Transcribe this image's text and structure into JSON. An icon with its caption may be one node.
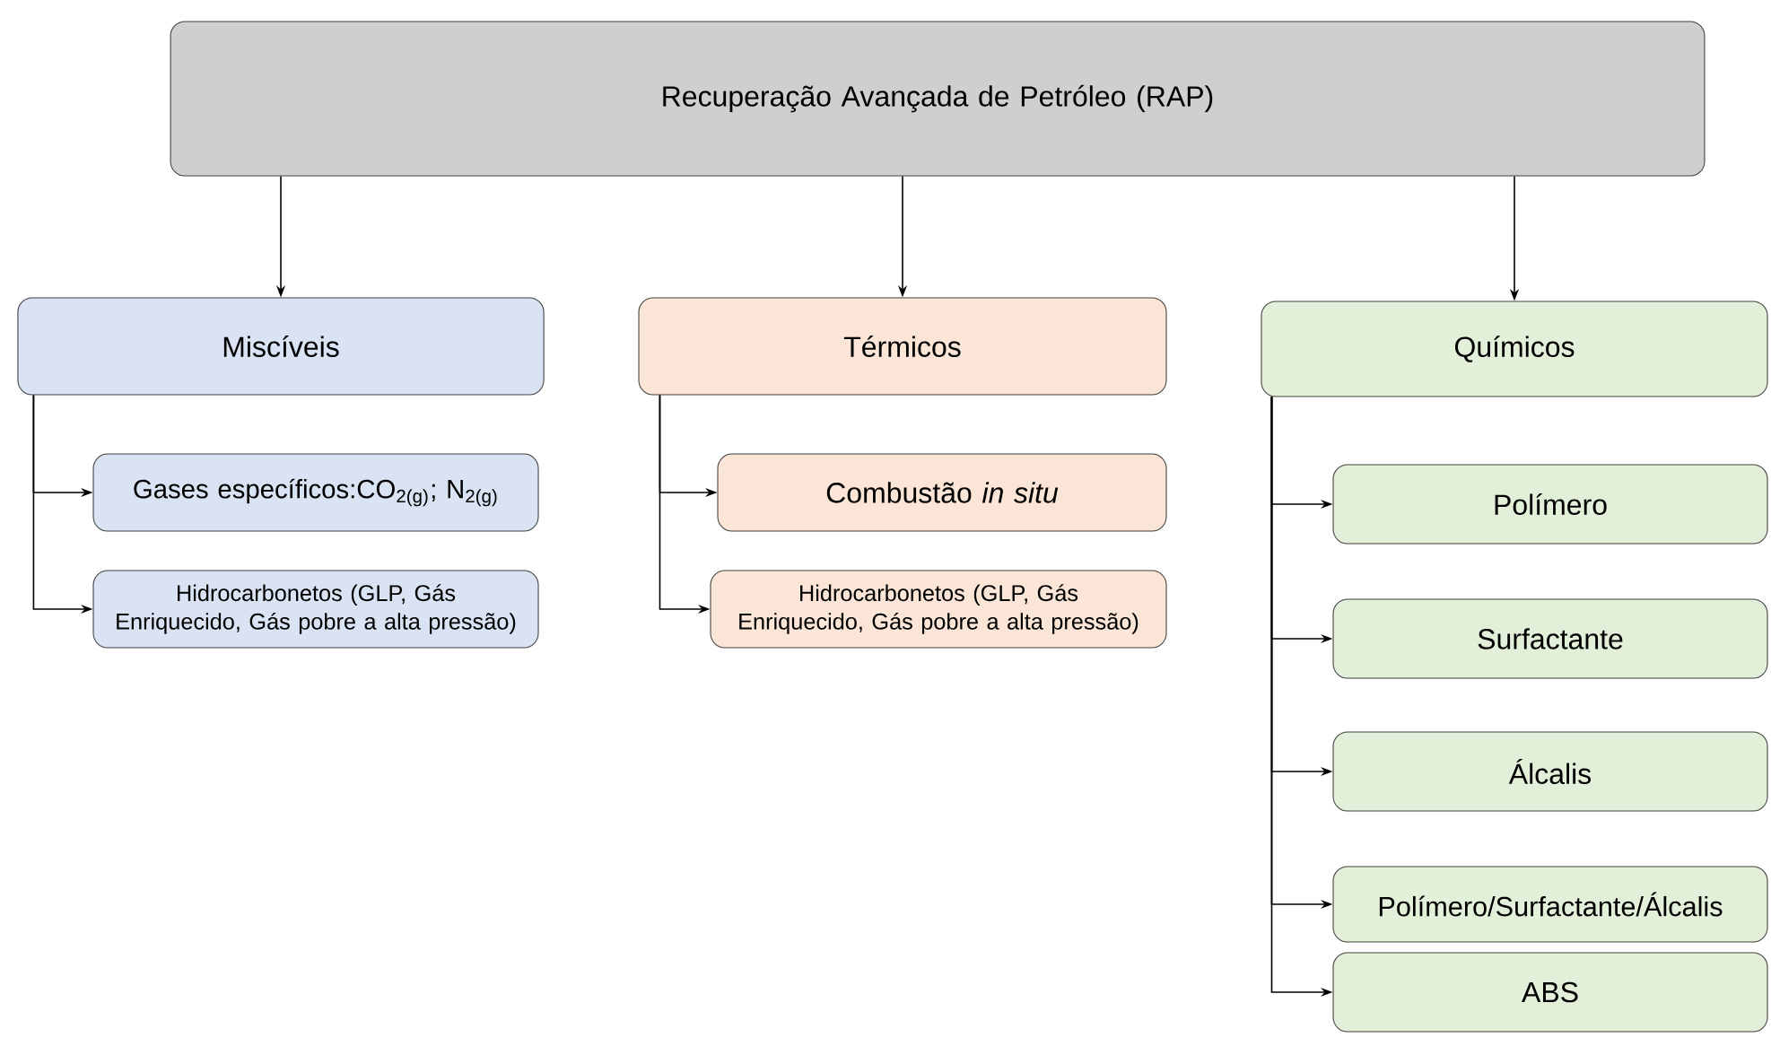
{
  "diagram": {
    "nodes": [
      {
        "text": [
          "Recuperação Avançada de Petróleo (RAP)"
        ]
      },
      {
        "text": [
          "Miscíveis"
        ]
      },
      {
        "text": [
          "Gases específicos:CO$_{2(g)}$; N$_{2(g)}$"
        ]
      },
      {
        "text": [
          "Hidrocarbonetos (GLP, Gás Enriquecido, Gás pobre a alta pressão)"
        ]
      },
      {
        "text": [
          "Térmicos"
        ]
      },
      {
        "text": [
          "Combustão *in situ*"
        ]
      },
      {
        "text": [
          "Hidrocarbonetos (GLP, Gás Enriquecido, Gás pobre a alta pressão)"
        ]
      },
      {
        "text": [
          "Químicos"
        ]
      },
      {
        "text": [
          "Polímero"
        ]
      },
      {
        "text": [
          "Surfactante"
        ]
      },
      {
        "text": [
          "Álcalis"
        ]
      },
      {
        "text": [
          "Polímero/Surfactante/Álcalis"
        ]
      },
      {
        "text": [
          "ABS"
        ]
      }
    ],
    "edges": [
      {
        "from": 0,
        "to": 1,
        "arrow": "to"
      },
      {
        "from": 0,
        "to": 4,
        "arrow": "to"
      },
      {
        "from": 0,
        "to": 7,
        "arrow": "to"
      },
      {
        "from": 1,
        "to": 2,
        "arrow": "to"
      },
      {
        "from": 1,
        "to": 3,
        "arrow": "to"
      },
      {
        "from": 4,
        "to": 5,
        "arrow": "to"
      },
      {
        "from": 4,
        "to": 6,
        "arrow": "to"
      },
      {
        "from": 7,
        "to": 8,
        "arrow": "to"
      },
      {
        "from": 7,
        "to": 9,
        "arrow": "to"
      },
      {
        "from": 7,
        "to": 10,
        "arrow": "to"
      },
      {
        "from": 7,
        "to": 11,
        "arrow": "to"
      },
      {
        "from": 7,
        "to": 12,
        "arrow": "to"
      }
    ]
  }
}
